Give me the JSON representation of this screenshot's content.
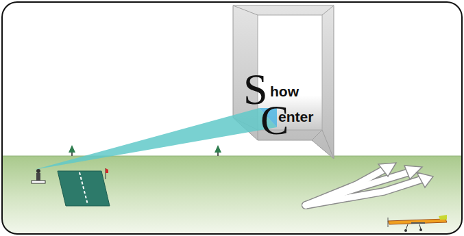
{
  "diagram": {
    "nodes": [
      {
        "text": [
          "S",
          "how",
          "C",
          "enter"
        ]
      }
    ]
  }
}
